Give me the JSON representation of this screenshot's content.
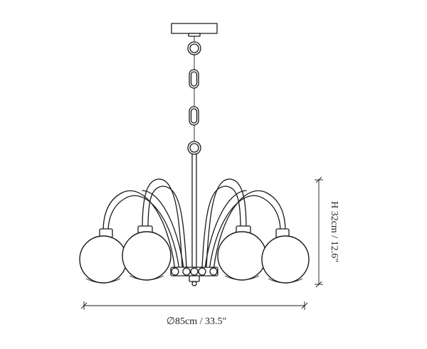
{
  "diagram": {
    "subject": "five-arm chandelier line drawing",
    "dimensions": {
      "width_label": "∅85cm / 33.5\"",
      "height_label": "H 32cm / 12.6\""
    },
    "colors": {
      "line": "#1a1a1a",
      "background": "#ffffff"
    }
  }
}
